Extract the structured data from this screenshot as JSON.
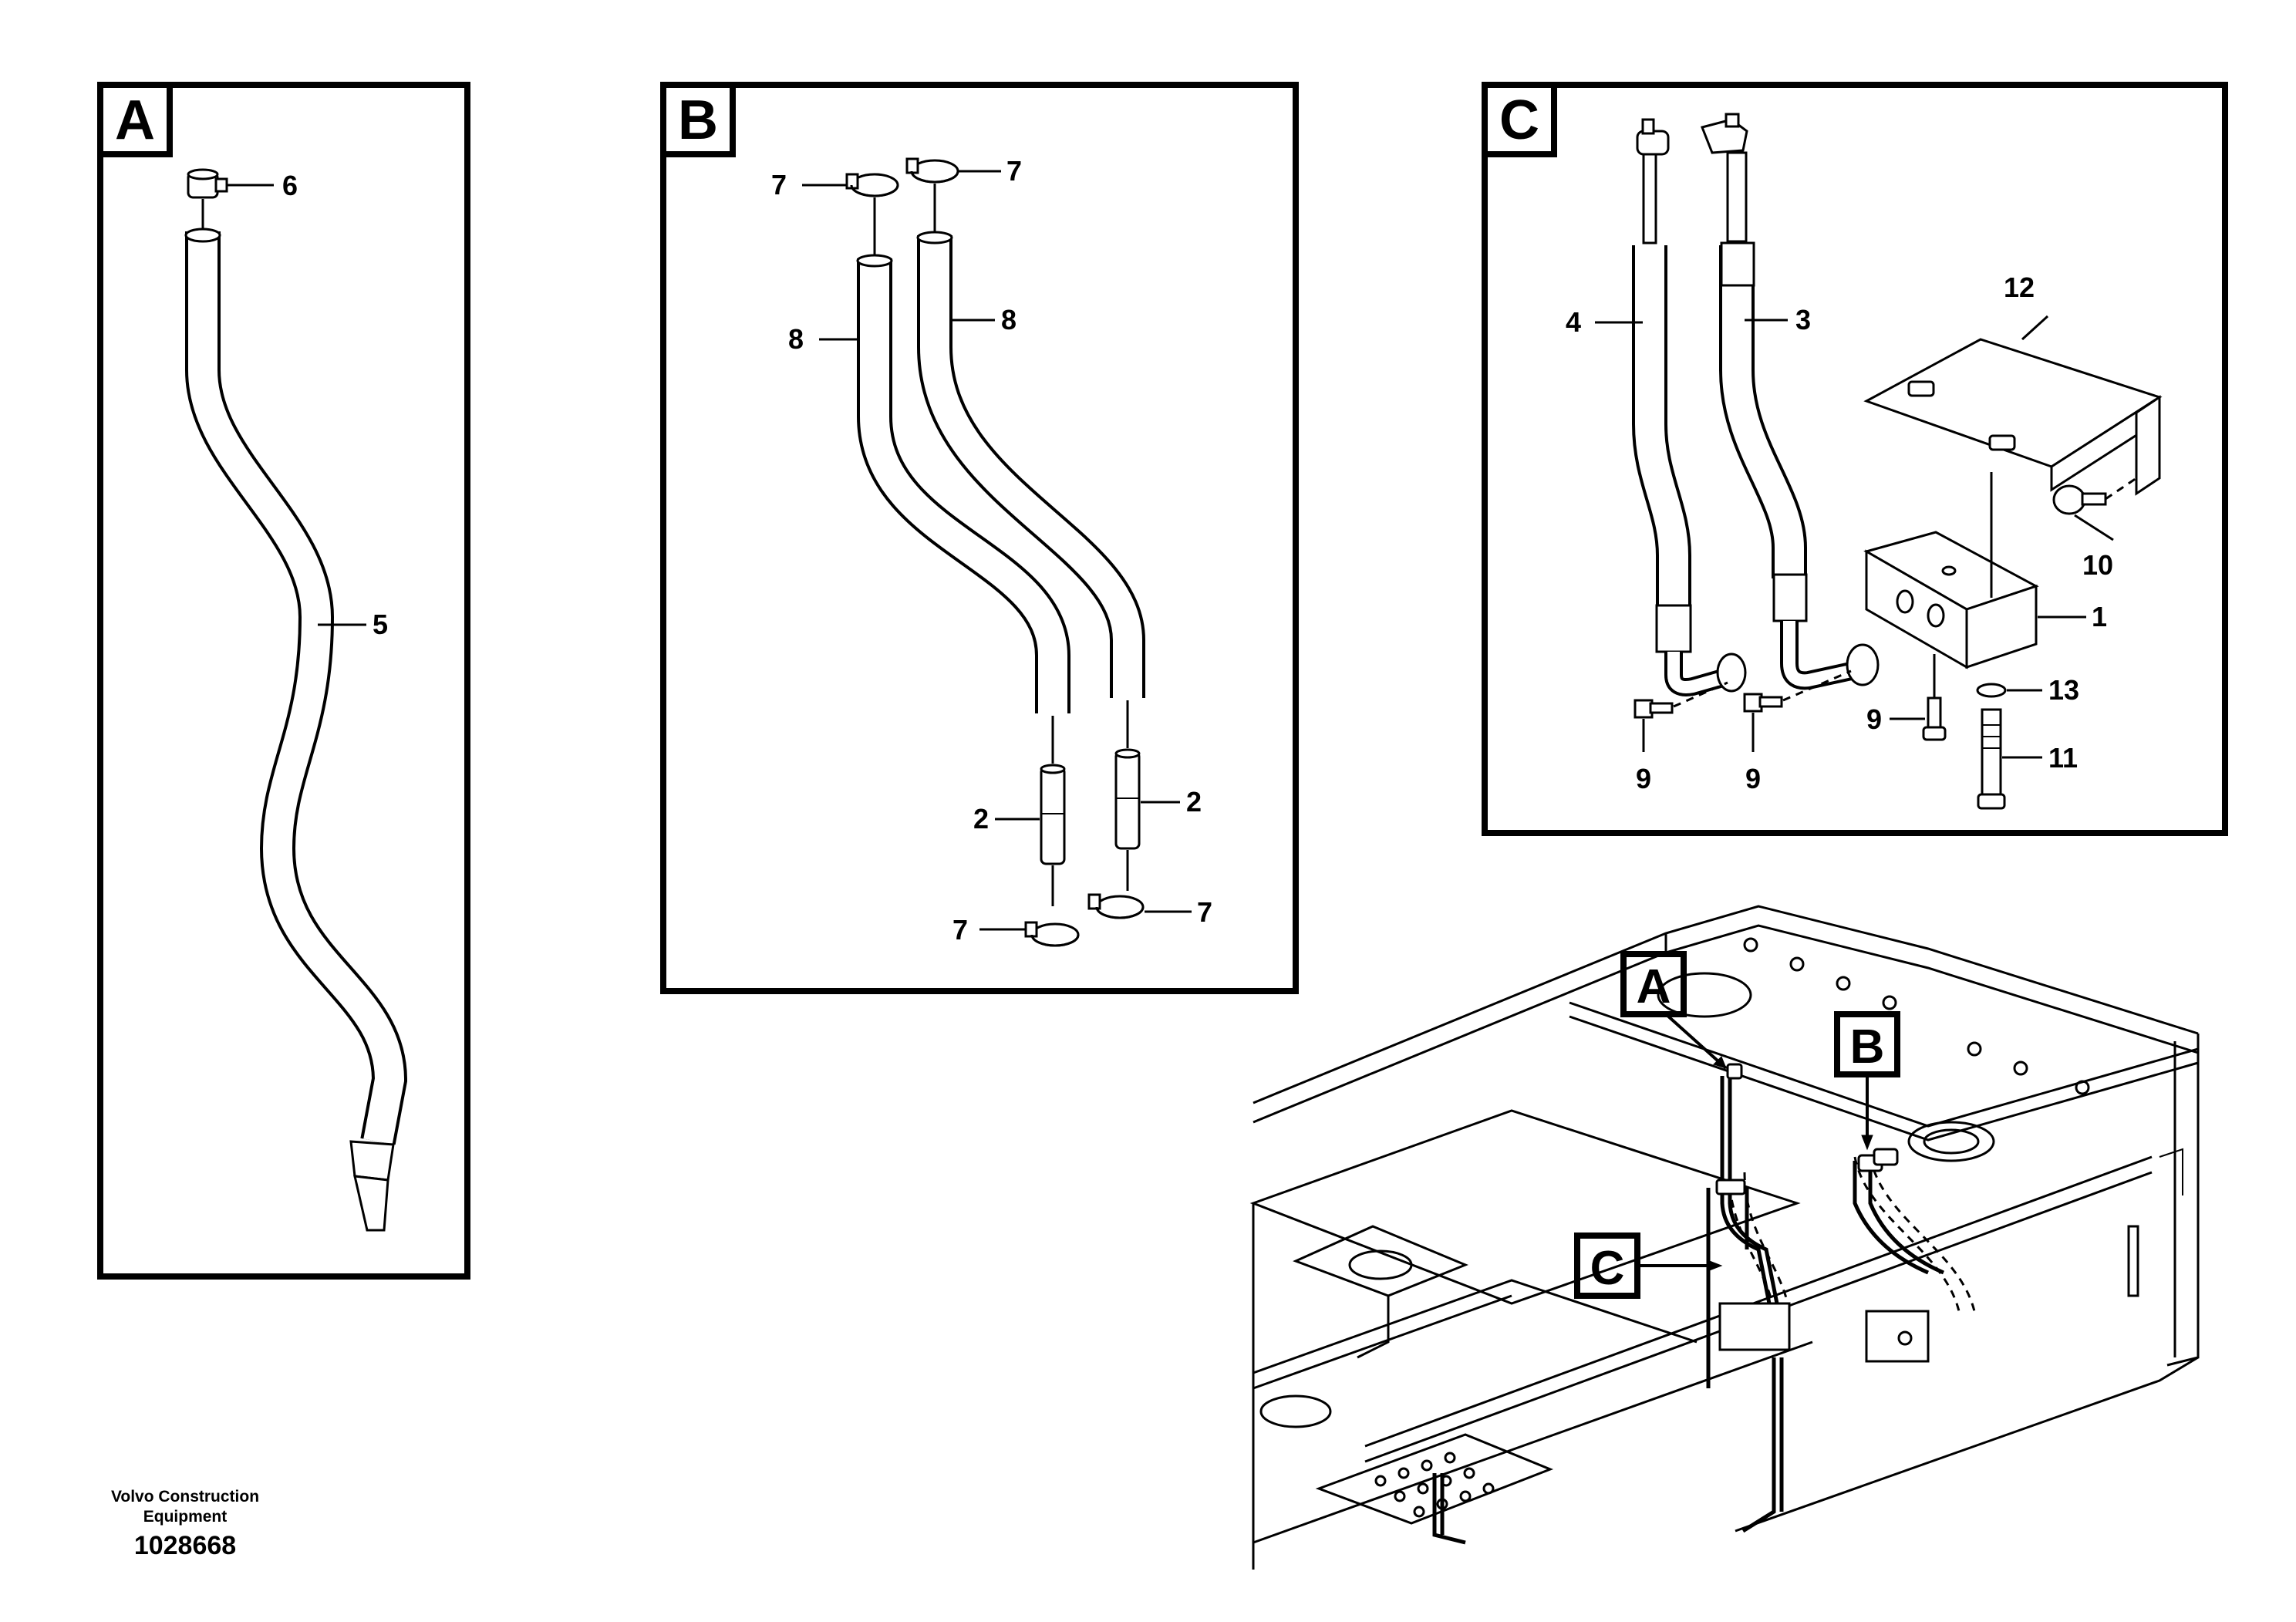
{
  "panels": {
    "A": {
      "badge": "A",
      "labels": {
        "clamp": "6",
        "hose": "5"
      }
    },
    "B": {
      "badge": "B",
      "labels": {
        "clamp_tl": "7",
        "clamp_tr": "7",
        "hose_l": "8",
        "hose_r": "8",
        "nipple_l": "2",
        "nipple_r": "2",
        "clamp_bl": "7",
        "clamp_br": "7"
      }
    },
    "C": {
      "badge": "C",
      "labels": {
        "hose_l": "4",
        "hose_r": "3",
        "bracket": "12",
        "bolt_r": "10",
        "block": "1",
        "washer": "13",
        "bolt_l": "9",
        "bolt_m": "9",
        "bolt_b": "9",
        "bolt_long": "11"
      }
    }
  },
  "overview": {
    "callout_a": "A",
    "callout_b": "B",
    "callout_c": "C"
  },
  "footer": {
    "company": "Volvo Construction Equipment",
    "doc_number": "1028668"
  }
}
